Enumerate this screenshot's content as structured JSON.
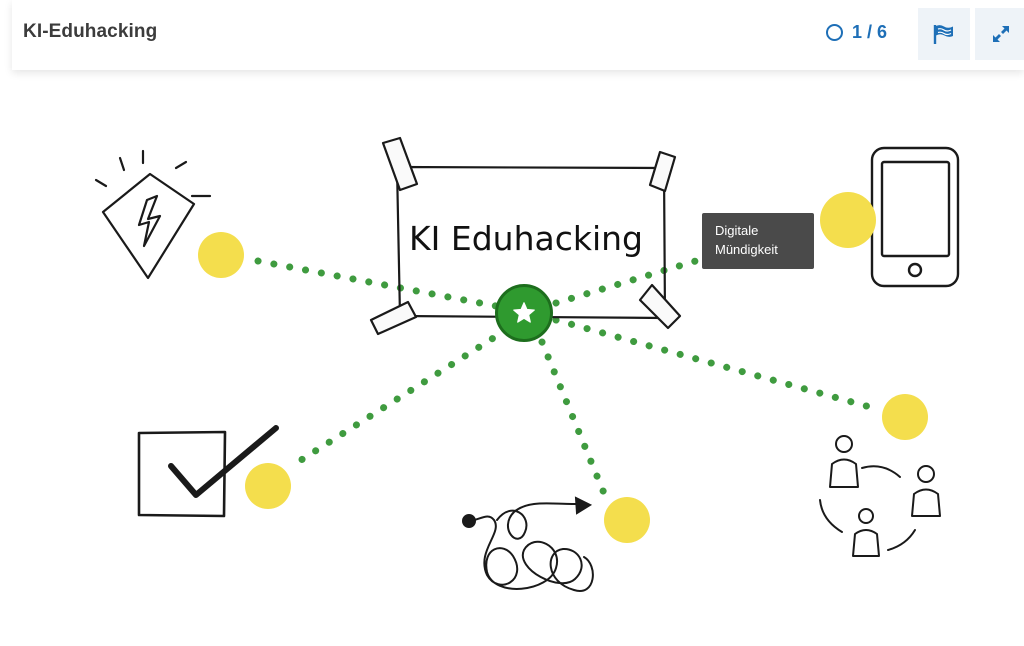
{
  "header": {
    "title": "KI-Eduhacking",
    "progress": "1 / 6",
    "flag_button_icon": "flag-icon",
    "fullscreen_button_icon": "expand-icon"
  },
  "scene": {
    "heading": "KI Eduhacking",
    "center_icon": "star-icon",
    "tooltip": {
      "line1": "Digitale",
      "line2": "Mündigkeit"
    },
    "colors": {
      "hotspot": "#f4de4d",
      "dotted_line": "#3f9b3f",
      "center": "#2f9a2f",
      "tooltip_bg": "#4a4a4a",
      "accent": "#1e6fb7"
    }
  }
}
